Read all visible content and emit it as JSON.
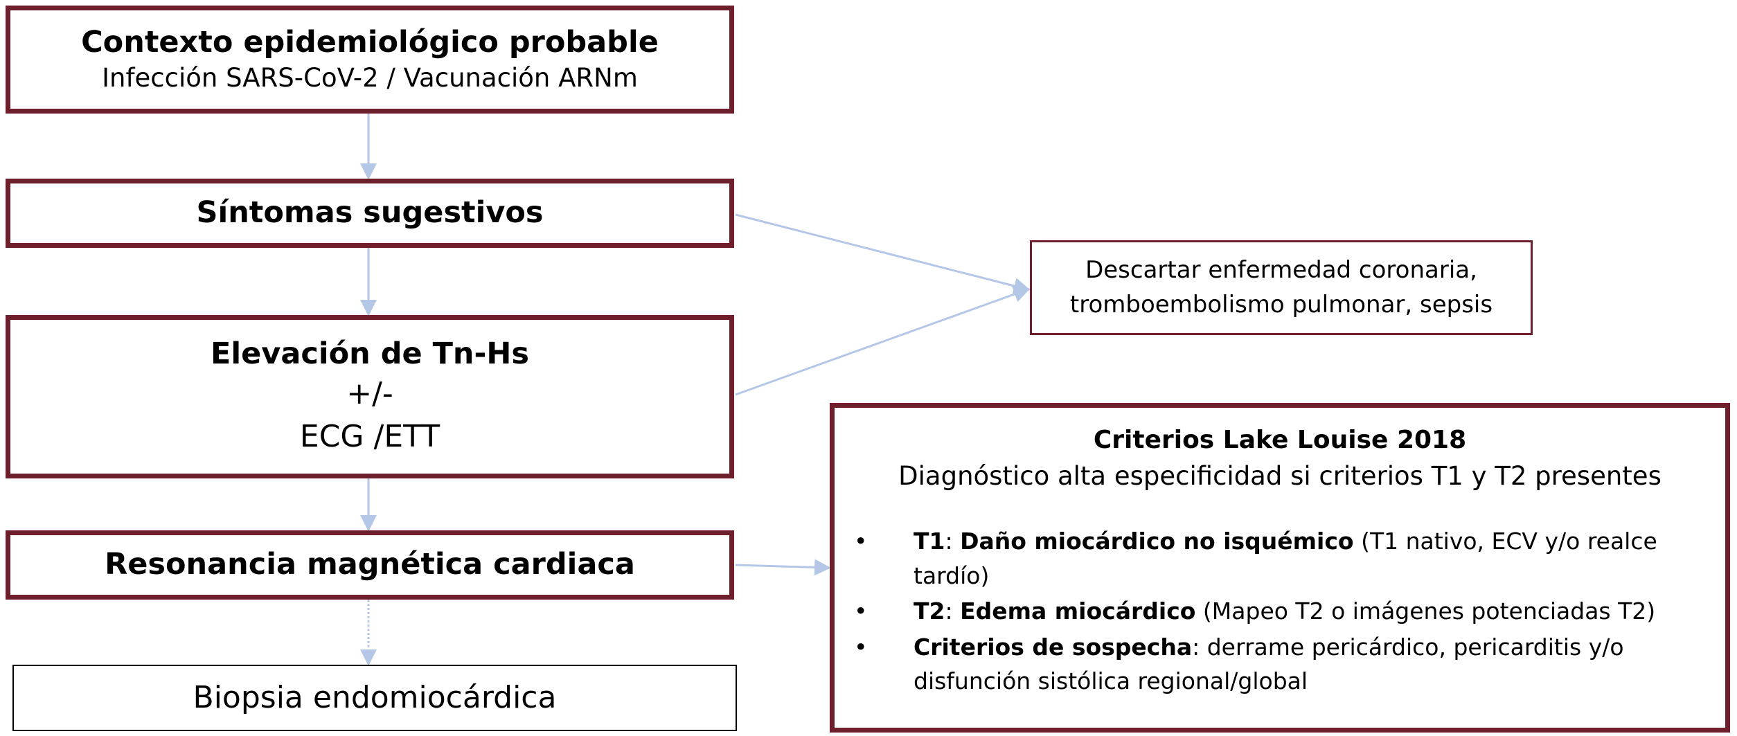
{
  "box1": {
    "title": "Contexto epidemiológico probable",
    "subtitle": "Infección SARS-CoV-2 / Vacunación ARNm"
  },
  "box2": {
    "title": "Síntomas sugestivos"
  },
  "box3": {
    "title": "Elevación de Tn-Hs",
    "line2": "+/-",
    "line3": "ECG /ETT"
  },
  "box4": {
    "title": "Resonancia magnética cardiaca"
  },
  "box5": {
    "title": "Biopsia endomiocárdica"
  },
  "box6": {
    "line1": "Descartar enfermedad coronaria,",
    "line2": "tromboembolismo pulmonar, sepsis"
  },
  "box7": {
    "title": "Criterios Lake Louise 2018",
    "subtitle": "Diagnóstico alta especificidad si criterios T1 y T2 presentes",
    "items": [
      {
        "bullet": "•",
        "code": "T1",
        "sep": ": ",
        "label": "Daño miocárdico no isquémico",
        "detail": " (T1 nativo, ECV y/o realce tardío)"
      },
      {
        "bullet": "•",
        "code": "T2",
        "sep": ": ",
        "label": "Edema miocárdico",
        "detail": " (Mapeo T2 o imágenes potenciadas T2)"
      },
      {
        "bullet": "•",
        "code": "",
        "sep": "",
        "label": "Criterios de sospecha",
        "detail": ": derrame pericárdico, pericarditis y/o disfunción sistólica regional/global"
      }
    ]
  },
  "colors": {
    "box_border": "#6e1f2b",
    "arrow": "#b4c7e7"
  }
}
